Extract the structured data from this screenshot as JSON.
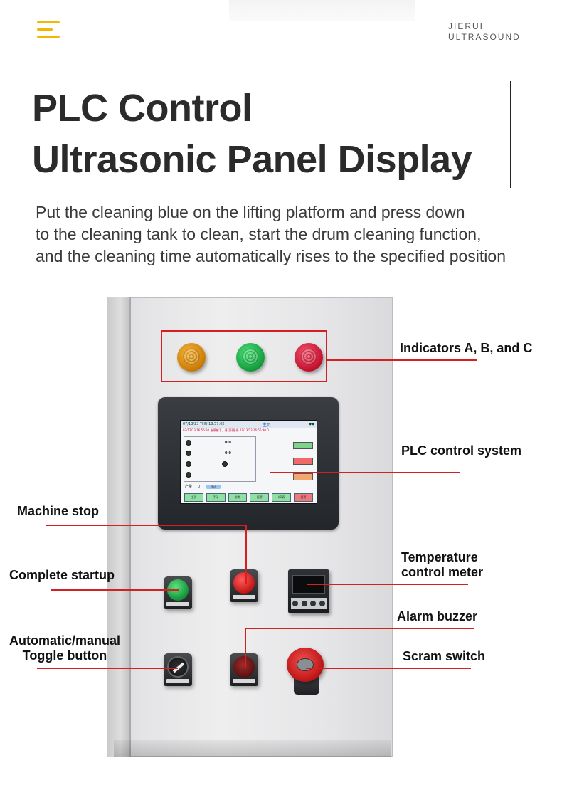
{
  "header": {
    "brand_line1": "JIERUI",
    "brand_line2": "ULTRASOUND"
  },
  "title": {
    "line1": "PLC Control",
    "line2": "Ultrasonic Panel Display"
  },
  "description": {
    "line1": "Put the cleaning blue on the lifting platform and press down",
    "line2": "to the cleaning tank to clean, start the drum cleaning function,",
    "line3": "and the cleaning time automatically rises to the specified position"
  },
  "callouts": {
    "indicators": "Indicators A, B, and C",
    "plc": "PLC control system",
    "machine_stop": "Machine stop",
    "temp_line1": "Temperature",
    "temp_line2": "control meter",
    "complete_startup": "Complete startup",
    "alarm_buzzer": "Alarm buzzer",
    "toggle_line1": "Automatic/manual",
    "toggle_line2": "Toggle button",
    "scram": "Scram switch"
  },
  "hmi_screen": {
    "datetime": "07/13/23 THU  18:57:02",
    "title": "主页",
    "alarm_text": "07/13/23    16:56:30  急停按下，请打开急停  07/13/23    16:56:30  0",
    "row_values": [
      "0.0",
      "0.0"
    ],
    "count_label": "产量",
    "count_value": "0",
    "count_button": "RST",
    "nav": [
      "主页",
      "手动",
      "参数",
      "报警",
      "I/O表",
      "报警"
    ]
  },
  "colors": {
    "accent_yellow": "#f2b705",
    "callout_red": "#d42020"
  }
}
